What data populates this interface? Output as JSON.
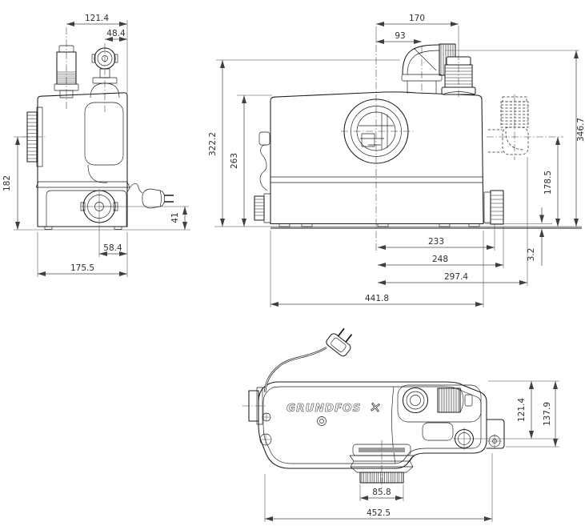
{
  "logo": {
    "brand": "GRUNDFOS",
    "mark": "✕"
  },
  "views": {
    "side": {
      "dims": {
        "width_top": "121.4",
        "valve_offset": "48.4",
        "inlet_height": "182",
        "outlet_height": "41",
        "outlet_offset": "58.4",
        "depth_total": "175.5"
      }
    },
    "front": {
      "dims": {
        "conn_spacing": "170",
        "outlet_offset": "93",
        "height_outlet": "322.2",
        "height_tank": "263",
        "height_total": "346.7",
        "height_side_inlet": "178.5",
        "base_thickness": "3.2",
        "len_flange": "233",
        "len_flange_outer": "248",
        "len_inlet": "297.4",
        "length_total": "441.8"
      }
    },
    "top": {
      "dims": {
        "width_inner": "121.4",
        "width_total": "137.9",
        "outlet_width": "85.8",
        "length_total": "452.5"
      }
    }
  }
}
